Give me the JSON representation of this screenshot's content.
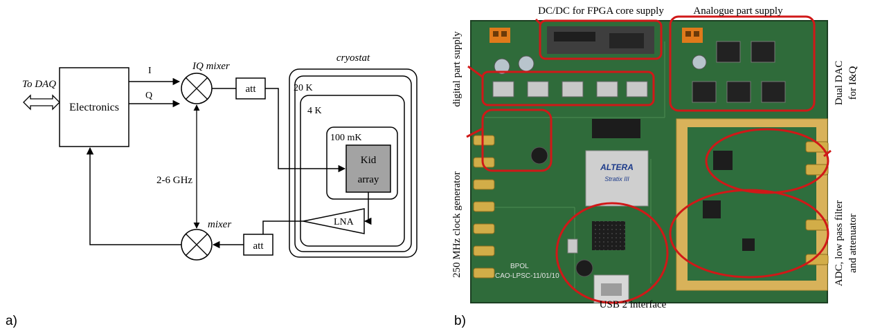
{
  "panel_a": {
    "label": "a)",
    "to_daq": "To DAQ",
    "electronics": "Electronics",
    "signal_i": "I",
    "signal_q": "Q",
    "iq_mixer": "IQ mixer",
    "att_top": "att",
    "att_bottom": "att",
    "mixer": "mixer",
    "frequency": "2-6 GHz",
    "cryostat": "cryostat",
    "stage_20k": "20 K",
    "stage_4k": "4 K",
    "stage_100mk": "100 mK",
    "kid_line1": "Kid",
    "kid_line2": "array",
    "lna": "LNA"
  },
  "panel_b": {
    "label": "b)",
    "dcdc": "DC/DC for FPGA core supply",
    "analogue": "Analogue part supply",
    "digital": "digital part supply",
    "clock": "250 MHz clock generator",
    "dac_line1": "Dual DAC",
    "dac_line2": "for I&Q",
    "adc_line1": "ADC, low pass filter",
    "adc_line2": "and attenuator",
    "usb": "USB 2 interface",
    "fpga_brand": "ALTERA",
    "fpga_model": "Stratix III",
    "board_id_line1": "BPOL",
    "board_id_line2": "CAO-LPSC-11/01/10",
    "colors": {
      "pcb_green": "#2f6b3a",
      "gold_area": "#d8b25a",
      "highlight": "#d01818"
    }
  }
}
